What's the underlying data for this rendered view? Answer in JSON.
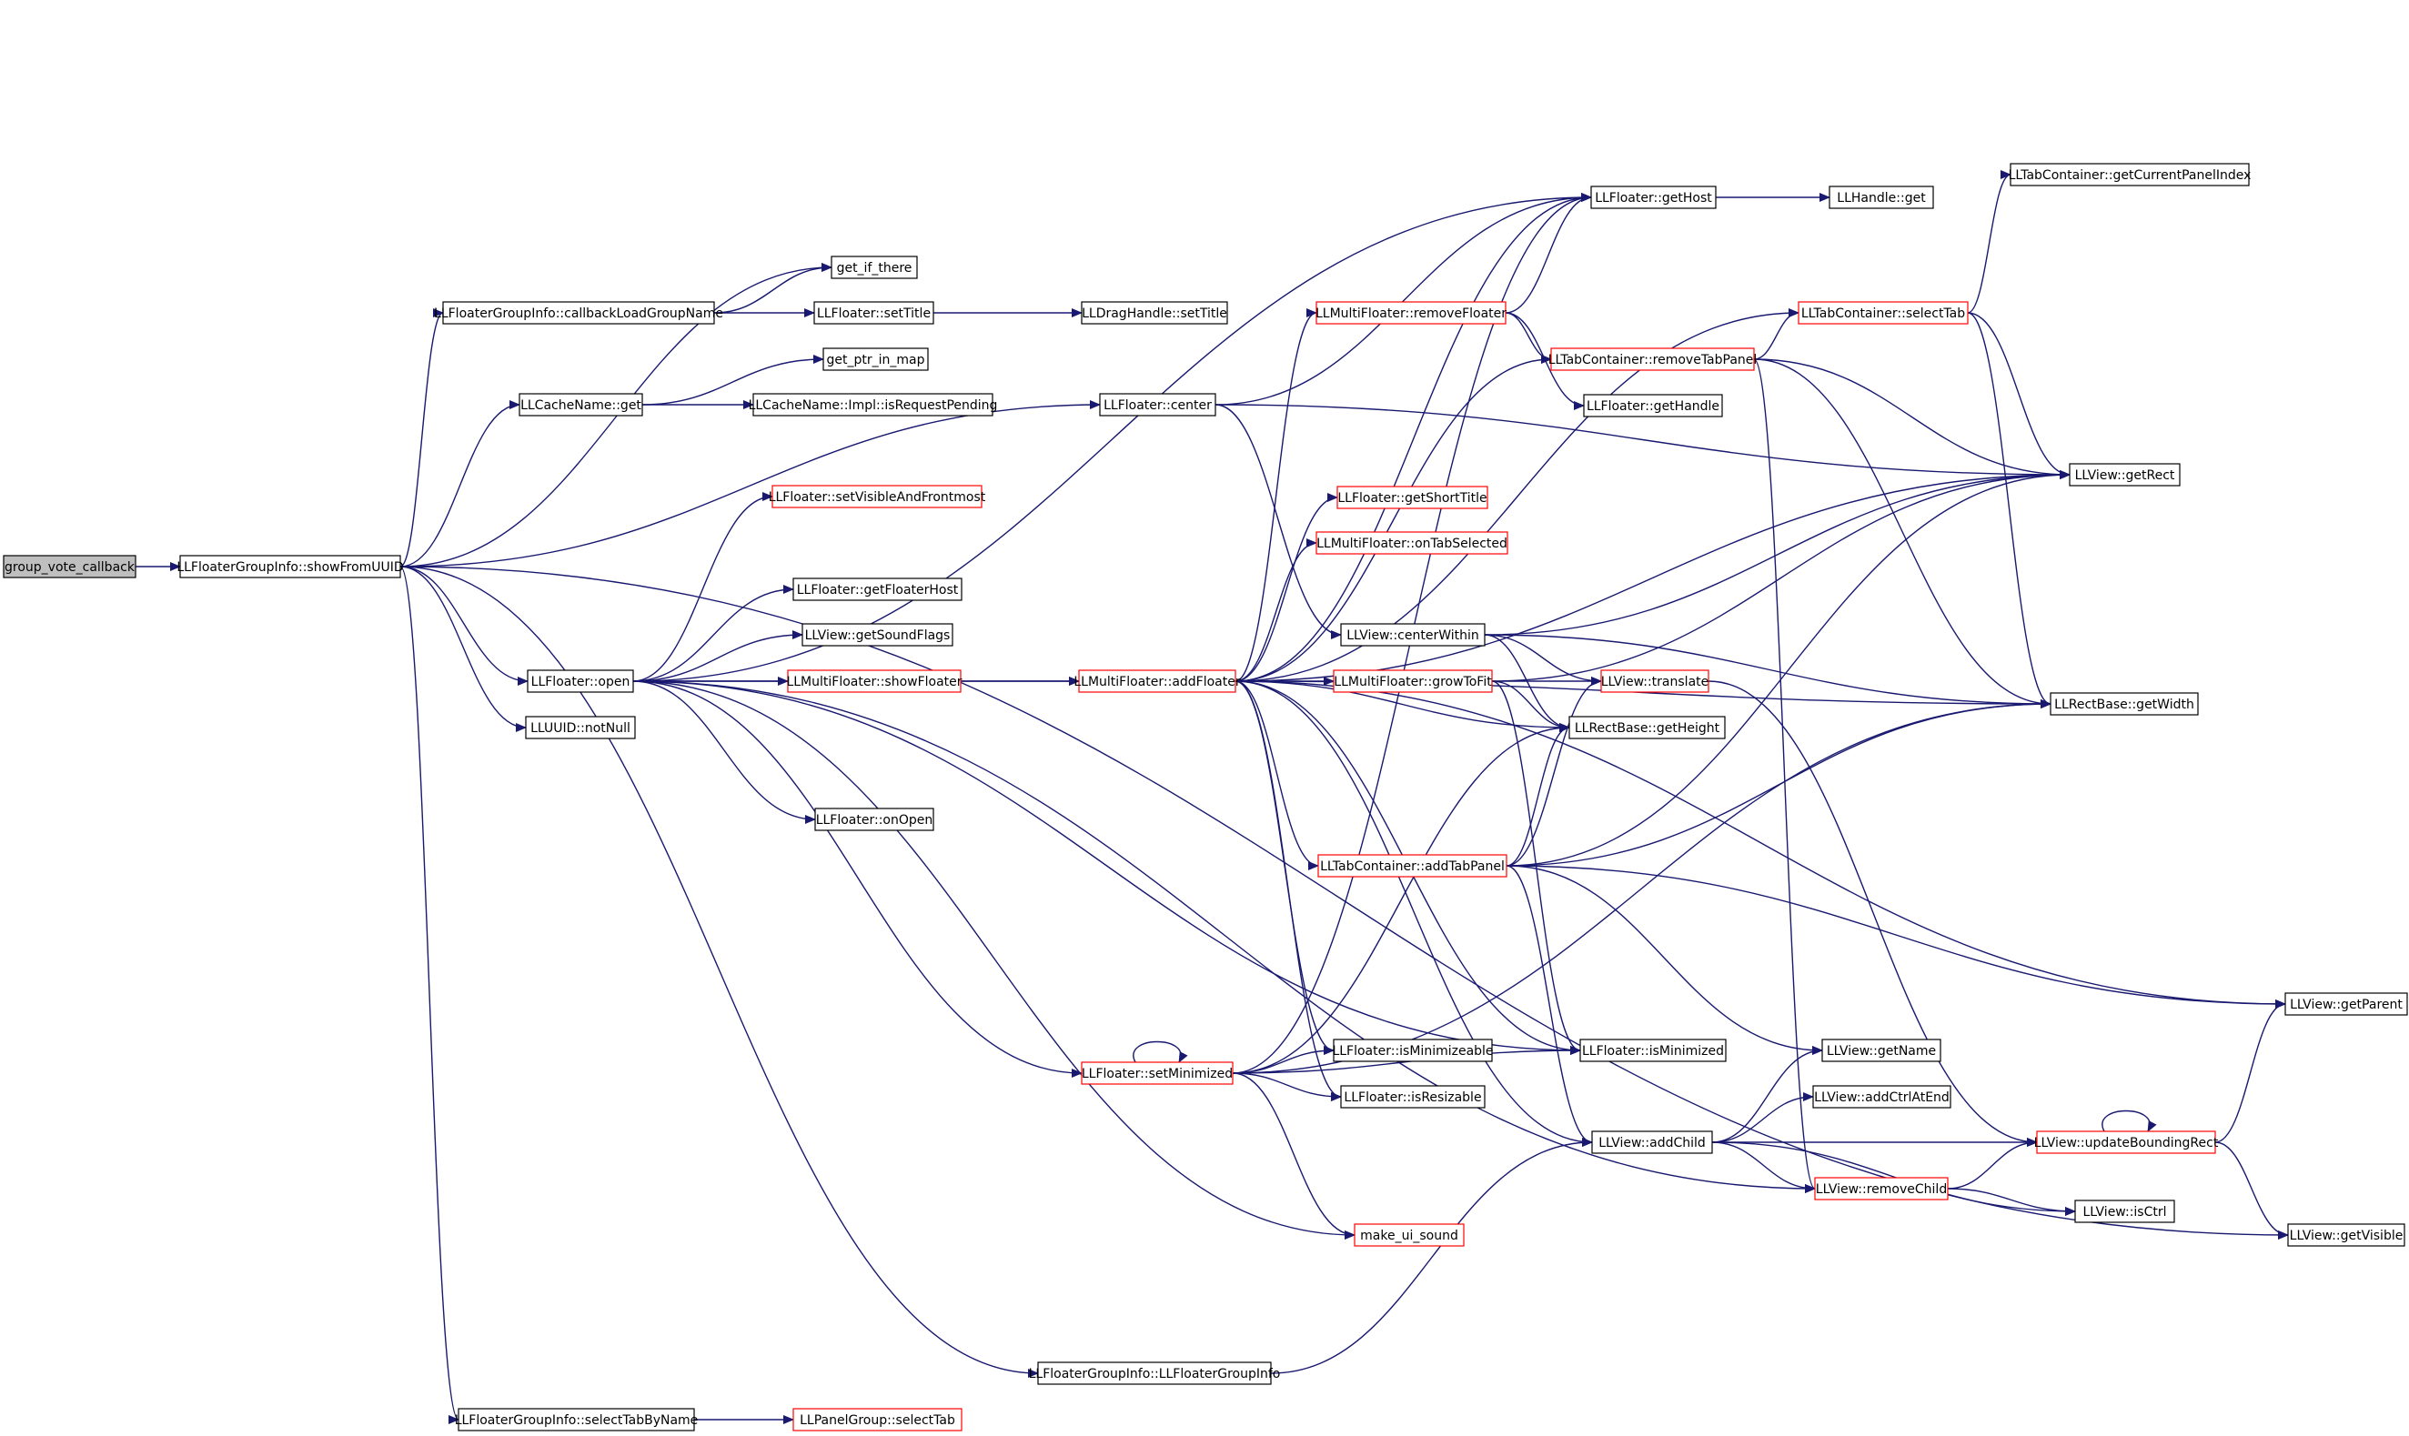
{
  "graph": {
    "edge_color": "#191970",
    "node_border_default": "#000000",
    "node_border_truncated": "#ff0000",
    "root_fill": "#bfbfbf",
    "nodes": [
      {
        "id": "group_vote_callback",
        "label": "group_vote_callback",
        "style": "root"
      },
      {
        "id": "showFromUUID",
        "label": "LLFloaterGroupInfo::showFromUUID",
        "style": "default"
      },
      {
        "id": "get_if_there",
        "label": "get_if_there",
        "style": "default"
      },
      {
        "id": "callbackLoadGroupName",
        "label": "LLFloaterGroupInfo::callbackLoadGroupName",
        "style": "default"
      },
      {
        "id": "setTitle",
        "label": "LLFloater::setTitle",
        "style": "default"
      },
      {
        "id": "dragSetTitle",
        "label": "LLDragHandle::setTitle",
        "style": "default"
      },
      {
        "id": "get_ptr_in_map",
        "label": "get_ptr_in_map",
        "style": "default"
      },
      {
        "id": "cacheGet",
        "label": "LLCacheName::get",
        "style": "default"
      },
      {
        "id": "isRequestPending",
        "label": "LLCacheName::Impl::isRequestPending",
        "style": "default"
      },
      {
        "id": "floaterCenter",
        "label": "LLFloater::center",
        "style": "default"
      },
      {
        "id": "setVisibleAndFrontmost",
        "label": "LLFloater::setVisibleAndFrontmost",
        "style": "truncated"
      },
      {
        "id": "getFloaterHost",
        "label": "LLFloater::getFloaterHost",
        "style": "default"
      },
      {
        "id": "getSoundFlags",
        "label": "LLView::getSoundFlags",
        "style": "default"
      },
      {
        "id": "floaterOpen",
        "label": "LLFloater::open",
        "style": "default"
      },
      {
        "id": "showFloater",
        "label": "LLMultiFloater::showFloater",
        "style": "truncated"
      },
      {
        "id": "notNull",
        "label": "LLUUID::notNull",
        "style": "default"
      },
      {
        "id": "onOpen",
        "label": "LLFloater::onOpen",
        "style": "default"
      },
      {
        "id": "addFloater",
        "label": "LLMultiFloater::addFloater",
        "style": "truncated"
      },
      {
        "id": "getHost",
        "label": "LLFloater::getHost",
        "style": "default"
      },
      {
        "id": "handleGet",
        "label": "LLHandle::get",
        "style": "default"
      },
      {
        "id": "removeFloater",
        "label": "LLMultiFloater::removeFloater",
        "style": "truncated"
      },
      {
        "id": "removeTabPanel",
        "label": "LLTabContainer::removeTabPanel",
        "style": "truncated"
      },
      {
        "id": "selectTab",
        "label": "LLTabContainer::selectTab",
        "style": "truncated"
      },
      {
        "id": "getCurrentPanelIndex",
        "label": "LLTabContainer::getCurrentPanelIndex",
        "style": "default"
      },
      {
        "id": "getHandle",
        "label": "LLFloater::getHandle",
        "style": "default"
      },
      {
        "id": "getShortTitle",
        "label": "LLFloater::getShortTitle",
        "style": "truncated"
      },
      {
        "id": "onTabSelected",
        "label": "LLMultiFloater::onTabSelected",
        "style": "truncated"
      },
      {
        "id": "getRect",
        "label": "LLView::getRect",
        "style": "default"
      },
      {
        "id": "centerWithin",
        "label": "LLView::centerWithin",
        "style": "default"
      },
      {
        "id": "growToFit",
        "label": "LLMultiFloater::growToFit",
        "style": "truncated"
      },
      {
        "id": "translate",
        "label": "LLView::translate",
        "style": "truncated"
      },
      {
        "id": "getHeight",
        "label": "LLRectBase::getHeight",
        "style": "default"
      },
      {
        "id": "getWidth",
        "label": "LLRectBase::getWidth",
        "style": "default"
      },
      {
        "id": "addTabPanel",
        "label": "LLTabContainer::addTabPanel",
        "style": "truncated"
      },
      {
        "id": "getParent",
        "label": "LLView::getParent",
        "style": "default"
      },
      {
        "id": "setMinimized",
        "label": "LLFloater::setMinimized",
        "style": "truncated"
      },
      {
        "id": "isMinimizeable",
        "label": "LLFloater::isMinimizeable",
        "style": "default"
      },
      {
        "id": "isResizable",
        "label": "LLFloater::isResizable",
        "style": "default"
      },
      {
        "id": "isMinimized",
        "label": "LLFloater::isMinimized",
        "style": "default"
      },
      {
        "id": "getName",
        "label": "LLView::getName",
        "style": "default"
      },
      {
        "id": "addCtrlAtEnd",
        "label": "LLView::addCtrlAtEnd",
        "style": "default"
      },
      {
        "id": "addChild",
        "label": "LLView::addChild",
        "style": "default"
      },
      {
        "id": "updateBoundingRect",
        "label": "LLView::updateBoundingRect",
        "style": "truncated"
      },
      {
        "id": "removeChild",
        "label": "LLView::removeChild",
        "style": "truncated"
      },
      {
        "id": "isCtrl",
        "label": "LLView::isCtrl",
        "style": "default"
      },
      {
        "id": "getVisible",
        "label": "LLView::getVisible",
        "style": "default"
      },
      {
        "id": "make_ui_sound",
        "label": "make_ui_sound",
        "style": "truncated"
      },
      {
        "id": "groupInfoCtor",
        "label": "LLFloaterGroupInfo::LLFloaterGroupInfo",
        "style": "default"
      },
      {
        "id": "selectTabByName",
        "label": "LLFloaterGroupInfo::selectTabByName",
        "style": "default"
      },
      {
        "id": "panelGroupSelectTab",
        "label": "LLPanelGroup::selectTab",
        "style": "truncated"
      }
    ],
    "edges": [
      [
        "group_vote_callback",
        "showFromUUID"
      ],
      [
        "showFromUUID",
        "get_if_there"
      ],
      [
        "showFromUUID",
        "callbackLoadGroupName"
      ],
      [
        "showFromUUID",
        "cacheGet"
      ],
      [
        "showFromUUID",
        "floaterCenter"
      ],
      [
        "showFromUUID",
        "floaterOpen"
      ],
      [
        "showFromUUID",
        "notNull"
      ],
      [
        "showFromUUID",
        "groupInfoCtor"
      ],
      [
        "showFromUUID",
        "selectTabByName"
      ],
      [
        "showFromUUID",
        "getVisible"
      ],
      [
        "callbackLoadGroupName",
        "get_if_there"
      ],
      [
        "callbackLoadGroupName",
        "setTitle"
      ],
      [
        "setTitle",
        "dragSetTitle"
      ],
      [
        "cacheGet",
        "get_ptr_in_map"
      ],
      [
        "cacheGet",
        "isRequestPending"
      ],
      [
        "floaterCenter",
        "getHost"
      ],
      [
        "floaterCenter",
        "getRect"
      ],
      [
        "floaterCenter",
        "centerWithin"
      ],
      [
        "floaterOpen",
        "setVisibleAndFrontmost"
      ],
      [
        "floaterOpen",
        "getFloaterHost"
      ],
      [
        "floaterOpen",
        "getSoundFlags"
      ],
      [
        "floaterOpen",
        "showFloater"
      ],
      [
        "floaterOpen",
        "addFloater"
      ],
      [
        "floaterOpen",
        "onOpen"
      ],
      [
        "floaterOpen",
        "getHost"
      ],
      [
        "floaterOpen",
        "setMinimized"
      ],
      [
        "floaterOpen",
        "make_ui_sound"
      ],
      [
        "floaterOpen",
        "isMinimized"
      ],
      [
        "floaterOpen",
        "removeChild"
      ],
      [
        "showFloater",
        "addFloater"
      ],
      [
        "addFloater",
        "getHost"
      ],
      [
        "addFloater",
        "removeFloater"
      ],
      [
        "addFloater",
        "removeTabPanel"
      ],
      [
        "addFloater",
        "selectTab"
      ],
      [
        "addFloater",
        "getShortTitle"
      ],
      [
        "addFloater",
        "onTabSelected"
      ],
      [
        "addFloater",
        "getRect"
      ],
      [
        "addFloater",
        "growToFit"
      ],
      [
        "addFloater",
        "getHeight"
      ],
      [
        "addFloater",
        "getWidth"
      ],
      [
        "addFloater",
        "addTabPanel"
      ],
      [
        "addFloater",
        "getParent"
      ],
      [
        "addFloater",
        "isMinimizeable"
      ],
      [
        "addFloater",
        "isResizable"
      ],
      [
        "addFloater",
        "isMinimized"
      ],
      [
        "addFloater",
        "addChild"
      ],
      [
        "getHost",
        "handleGet"
      ],
      [
        "removeFloater",
        "getHost"
      ],
      [
        "removeFloater",
        "removeTabPanel"
      ],
      [
        "removeFloater",
        "getHandle"
      ],
      [
        "removeTabPanel",
        "selectTab"
      ],
      [
        "removeTabPanel",
        "getRect"
      ],
      [
        "removeTabPanel",
        "getWidth"
      ],
      [
        "removeTabPanel",
        "removeChild"
      ],
      [
        "selectTab",
        "getCurrentPanelIndex"
      ],
      [
        "selectTab",
        "getRect"
      ],
      [
        "selectTab",
        "getWidth"
      ],
      [
        "centerWithin",
        "translate"
      ],
      [
        "centerWithin",
        "getHeight"
      ],
      [
        "centerWithin",
        "getWidth"
      ],
      [
        "centerWithin",
        "getRect"
      ],
      [
        "growToFit",
        "translate"
      ],
      [
        "growToFit",
        "getHeight"
      ],
      [
        "growToFit",
        "getRect"
      ],
      [
        "growToFit",
        "isMinimized"
      ],
      [
        "translate",
        "updateBoundingRect"
      ],
      [
        "addTabPanel",
        "getHeight"
      ],
      [
        "addTabPanel",
        "translate"
      ],
      [
        "addTabPanel",
        "getWidth"
      ],
      [
        "addTabPanel",
        "getRect"
      ],
      [
        "addTabPanel",
        "getParent"
      ],
      [
        "addTabPanel",
        "getName"
      ],
      [
        "addTabPanel",
        "addChild"
      ],
      [
        "setMinimized",
        "setMinimized"
      ],
      [
        "setMinimized",
        "isMinimizeable"
      ],
      [
        "setMinimized",
        "isResizable"
      ],
      [
        "setMinimized",
        "isMinimized"
      ],
      [
        "setMinimized",
        "make_ui_sound"
      ],
      [
        "setMinimized",
        "getHeight"
      ],
      [
        "setMinimized",
        "getWidth"
      ],
      [
        "setMinimized",
        "getHost"
      ],
      [
        "addChild",
        "getName"
      ],
      [
        "addChild",
        "addCtrlAtEnd"
      ],
      [
        "addChild",
        "updateBoundingRect"
      ],
      [
        "addChild",
        "removeChild"
      ],
      [
        "addChild",
        "isCtrl"
      ],
      [
        "removeChild",
        "updateBoundingRect"
      ],
      [
        "removeChild",
        "isCtrl"
      ],
      [
        "updateBoundingRect",
        "updateBoundingRect"
      ],
      [
        "updateBoundingRect",
        "getParent"
      ],
      [
        "updateBoundingRect",
        "getVisible"
      ],
      [
        "groupInfoCtor",
        "addChild"
      ],
      [
        "selectTabByName",
        "panelGroupSelectTab"
      ]
    ]
  }
}
